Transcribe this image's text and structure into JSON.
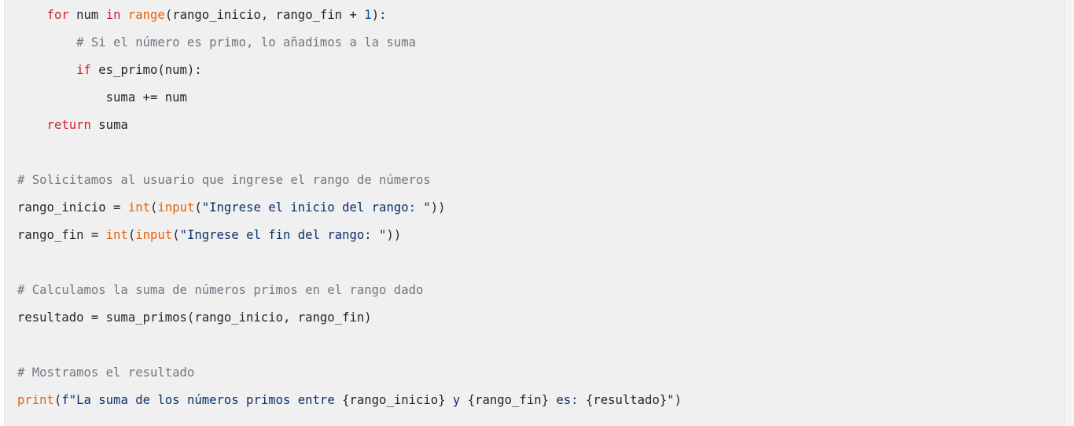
{
  "code_block": {
    "language": "python",
    "colors": {
      "background": "#f0f0f0",
      "keyword": "#cf222e",
      "builtin": "#e36209",
      "number": "#0550ae",
      "string": "#0a3069",
      "comment": "#6e7781",
      "plain": "#1f2328"
    },
    "lines": [
      [
        {
          "t": "plain",
          "v": "    "
        },
        {
          "t": "keyword",
          "v": "for"
        },
        {
          "t": "plain",
          "v": " num "
        },
        {
          "t": "keyword",
          "v": "in"
        },
        {
          "t": "plain",
          "v": " "
        },
        {
          "t": "builtin",
          "v": "range"
        },
        {
          "t": "plain",
          "v": "(rango_inicio, rango_fin + "
        },
        {
          "t": "number",
          "v": "1"
        },
        {
          "t": "plain",
          "v": "):"
        }
      ],
      [
        {
          "t": "plain",
          "v": "        "
        },
        {
          "t": "comment",
          "v": "# Si el número es primo, lo añadimos a la suma"
        }
      ],
      [
        {
          "t": "plain",
          "v": "        "
        },
        {
          "t": "keyword",
          "v": "if"
        },
        {
          "t": "plain",
          "v": " es_primo(num):"
        }
      ],
      [
        {
          "t": "plain",
          "v": "            suma += num"
        }
      ],
      [
        {
          "t": "plain",
          "v": "    "
        },
        {
          "t": "keyword",
          "v": "return"
        },
        {
          "t": "plain",
          "v": " suma"
        }
      ],
      [],
      [
        {
          "t": "comment",
          "v": "# Solicitamos al usuario que ingrese el rango de números"
        }
      ],
      [
        {
          "t": "plain",
          "v": "rango_inicio = "
        },
        {
          "t": "builtin",
          "v": "int"
        },
        {
          "t": "plain",
          "v": "("
        },
        {
          "t": "builtin",
          "v": "input"
        },
        {
          "t": "plain",
          "v": "("
        },
        {
          "t": "string",
          "v": "\"Ingrese el inicio del rango: \""
        },
        {
          "t": "plain",
          "v": "))"
        }
      ],
      [
        {
          "t": "plain",
          "v": "rango_fin = "
        },
        {
          "t": "builtin",
          "v": "int"
        },
        {
          "t": "plain",
          "v": "("
        },
        {
          "t": "builtin",
          "v": "input"
        },
        {
          "t": "plain",
          "v": "("
        },
        {
          "t": "string",
          "v": "\"Ingrese el fin del rango: \""
        },
        {
          "t": "plain",
          "v": "))"
        }
      ],
      [],
      [
        {
          "t": "comment",
          "v": "# Calculamos la suma de números primos en el rango dado"
        }
      ],
      [
        {
          "t": "plain",
          "v": "resultado = suma_primos(rango_inicio, rango_fin)"
        }
      ],
      [],
      [
        {
          "t": "comment",
          "v": "# Mostramos el resultado"
        }
      ],
      [
        {
          "t": "builtin",
          "v": "print"
        },
        {
          "t": "plain",
          "v": "("
        },
        {
          "t": "string",
          "v": "f\"La suma de los números primos entre "
        },
        {
          "t": "plain",
          "v": "{rango_inicio}"
        },
        {
          "t": "string",
          "v": " y "
        },
        {
          "t": "plain",
          "v": "{rango_fin}"
        },
        {
          "t": "string",
          "v": " es: "
        },
        {
          "t": "plain",
          "v": "{resultado}"
        },
        {
          "t": "string",
          "v": "\""
        },
        {
          "t": "plain",
          "v": ")"
        }
      ]
    ]
  }
}
